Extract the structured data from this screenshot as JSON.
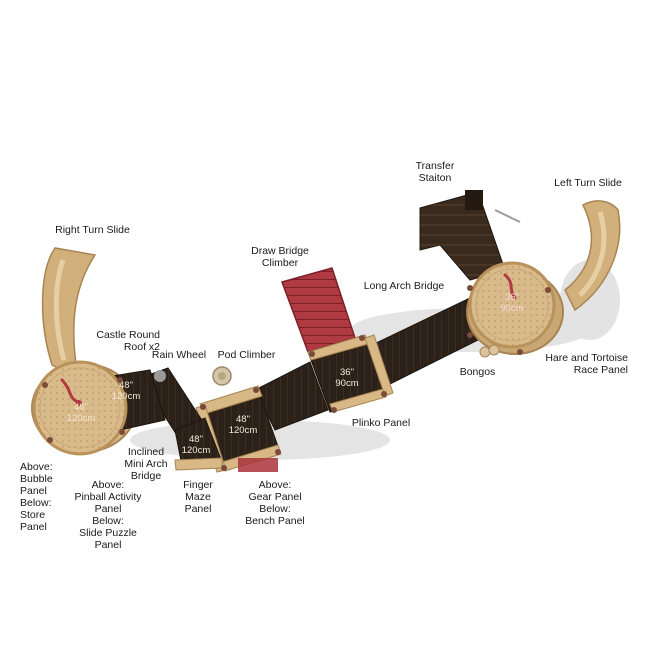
{
  "labels": {
    "transfer_station": [
      "Transfer",
      "Staiton"
    ],
    "left_turn_slide": [
      "Left Turn Slide"
    ],
    "right_turn_slide": [
      "Right Turn Slide"
    ],
    "draw_bridge_climber": [
      "Draw Bridge",
      "Climber"
    ],
    "long_arch_bridge": [
      "Long Arch Bridge"
    ],
    "castle_round_roof": [
      "Castle Round",
      "Roof x2"
    ],
    "rain_wheel": [
      "Rain Wheel"
    ],
    "pod_climber": [
      "Pod Climber"
    ],
    "hare_tortoise": [
      "Hare and Tortoise",
      "Race Panel"
    ],
    "bongos": [
      "Bongos"
    ],
    "plinko_panel": [
      "Plinko Panel"
    ],
    "inclined_mini_arch": [
      "Inclined",
      "Mini Arch",
      "Bridge"
    ],
    "above_bubble": [
      "Above:",
      "Bubble",
      "Panel",
      "Below:",
      "Store",
      "Panel"
    ],
    "above_pinball": [
      "Above:",
      "Pinball Activity",
      "Panel",
      "Below:",
      "Slide Puzzle",
      "Panel"
    ],
    "finger_maze": [
      "Finger",
      "Maze",
      "Panel"
    ],
    "above_gear": [
      "Above:",
      "Gear Panel",
      "Below:",
      "Bench Panel"
    ]
  },
  "dimensions": {
    "left_deck": [
      "48\"",
      "120cm"
    ],
    "left_round": [
      "48\"",
      "120cm"
    ],
    "mini_deck": [
      "48\"",
      "120cm"
    ],
    "center_deck": [
      "48\"",
      "120cm"
    ],
    "mid_deck": [
      "36\"",
      "90cm"
    ],
    "right_round": [
      "36\"",
      "90cm"
    ]
  },
  "colors": {
    "tan": "#d7b886",
    "tan_dark": "#b8925a",
    "deck": "#2b2118",
    "deck_line": "#4a3a2c",
    "red": "#a8333a",
    "red_dark": "#7d1f26",
    "label": "#1a1a1a"
  }
}
